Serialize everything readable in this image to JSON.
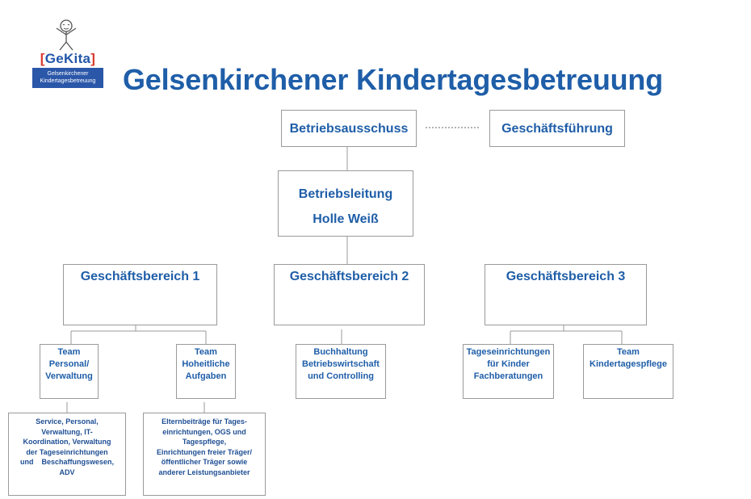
{
  "logo": {
    "brand": "GeKita",
    "subtitle_line1": "Gelsenkirchener",
    "subtitle_line2": "Kindertagesbetreuung"
  },
  "title": "Gelsenkirchener Kindertagesbetreuung",
  "top": {
    "betriebsausschuss": "Betriebsausschuss",
    "geschaeftsfuehrung": "Geschäftsführung"
  },
  "betriebsleitung": {
    "title": "Betriebsleitung",
    "name": "Holle Weiß"
  },
  "bereiche": [
    {
      "label": "Geschäftsbereich 1"
    },
    {
      "label": "Geschäftsbereich 2"
    },
    {
      "label": "Geschäftsbereich 3"
    }
  ],
  "teams": {
    "personal": [
      "Team",
      "Personal/",
      "Verwaltung"
    ],
    "hoheitlich": [
      "Team",
      "Hoheitliche",
      "Aufgaben"
    ],
    "buchhaltung": [
      "Buchhaltung",
      "Betriebswirtschaft",
      "und Controlling"
    ],
    "tageseinrichtungen": [
      "Tageseinrichtungen",
      "für Kinder",
      "Fachberatungen"
    ],
    "kindertagespflege": [
      "Team",
      "Kindertagespflege"
    ]
  },
  "tasks": {
    "personal": [
      "Service, Personal,",
      "Verwaltung, IT-",
      "Koordination, Verwaltung",
      "der Tageseinrichtungen",
      "und    Beschaffungswesen,",
      "ADV"
    ],
    "hoheitlich": [
      "Elternbeiträge für Tages-",
      "einrichtungen, OGS und",
      "Tagespflege,",
      "Einrichtungen freier Träger/",
      "öffentlicher Träger sowie",
      "anderer Leistungsanbieter"
    ]
  }
}
